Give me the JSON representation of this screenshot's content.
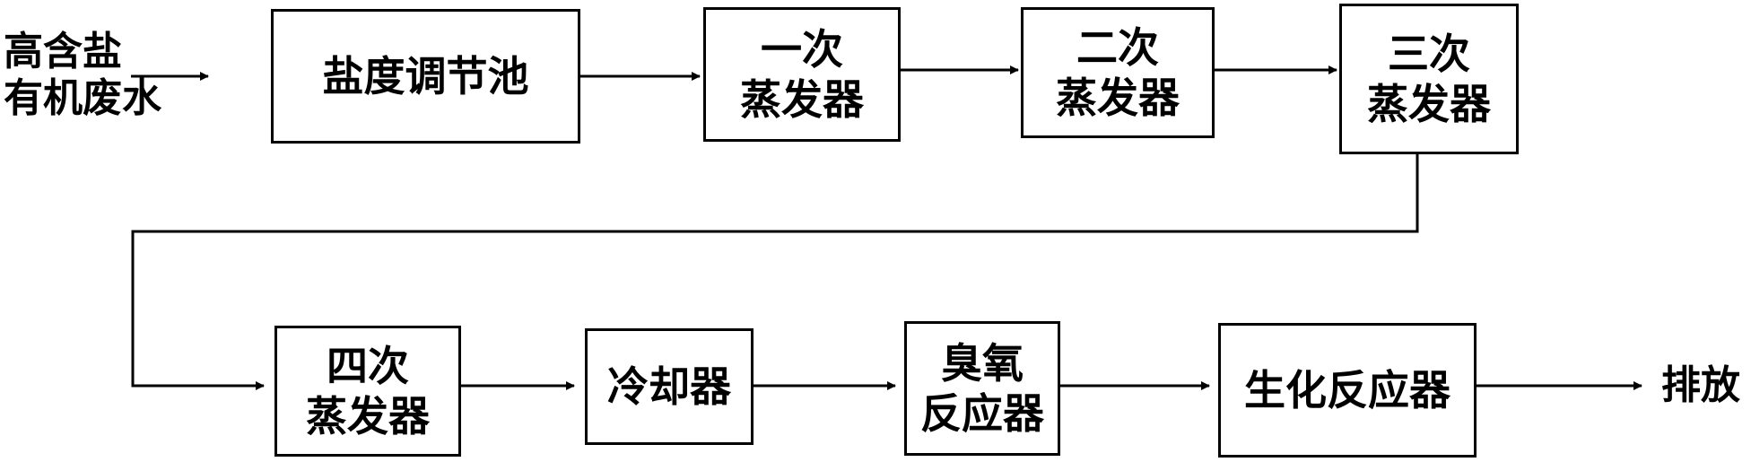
{
  "input": {
    "line1": "高含盐",
    "line2": "有机废水"
  },
  "output": {
    "label": "排放"
  },
  "boxes": {
    "salinity_tank": {
      "line1": "盐度调节池"
    },
    "evap1": {
      "line1": "一次",
      "line2": "蒸发器"
    },
    "evap2": {
      "line1": "二次",
      "line2": "蒸发器"
    },
    "evap3": {
      "line1": "三次",
      "line2": "蒸发器"
    },
    "evap4": {
      "line1": "四次",
      "line2": "蒸发器"
    },
    "cooler": {
      "line1": "冷却器"
    },
    "ozone": {
      "line1": "臭氧",
      "line2": "反应器"
    },
    "bio": {
      "line1": "生化反应器"
    }
  }
}
